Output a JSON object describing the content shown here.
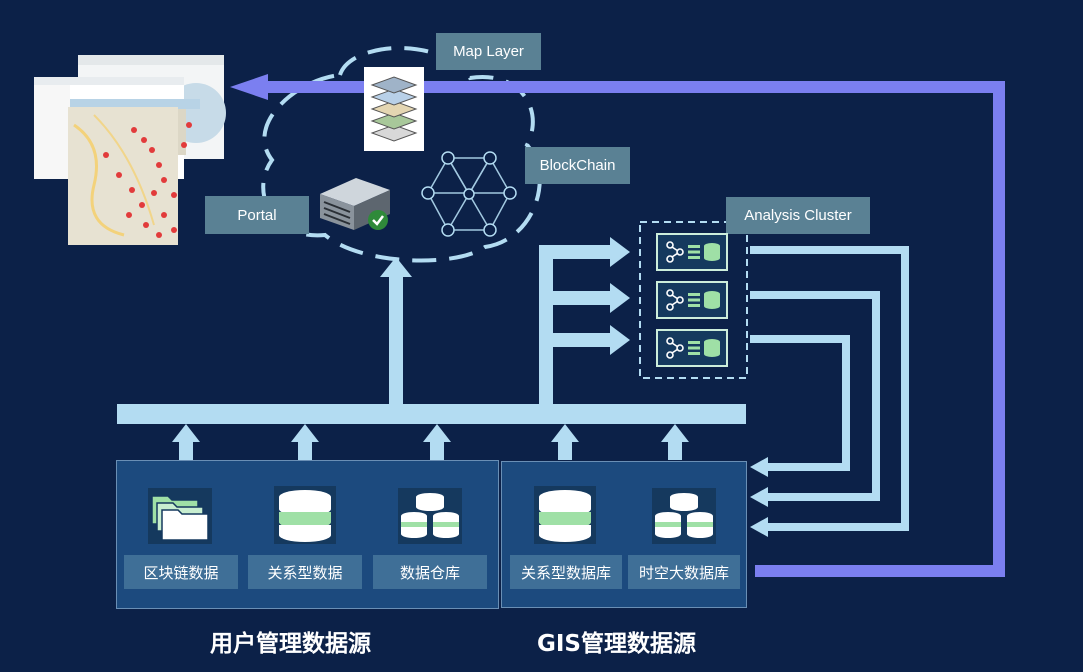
{
  "labels": {
    "map_layer": "Map Layer",
    "blockchain": "BlockChain",
    "portal": "Portal",
    "analysis_cluster": "Analysis Cluster"
  },
  "user_sources": {
    "title": "用户管理数据源",
    "items": [
      "区块链数据",
      "关系型数据",
      "数据仓库"
    ]
  },
  "gis_sources": {
    "title": "GIS管理数据源",
    "items": [
      "关系型数据库",
      "时空大数据库"
    ]
  },
  "colors": {
    "background": "#0c2148",
    "arrow": "#b3dcf2",
    "feedback_arrow": "#7b7ff0",
    "label_box": "#5a8194",
    "panel": "#1c4a7e",
    "source_label": "#3f6f97"
  },
  "icons": [
    "map-screenshot-icon",
    "map-layers-icon",
    "server-icon",
    "network-graph-icon",
    "cluster-node-icon",
    "folder-stack-icon",
    "database-icon",
    "multi-database-icon"
  ]
}
